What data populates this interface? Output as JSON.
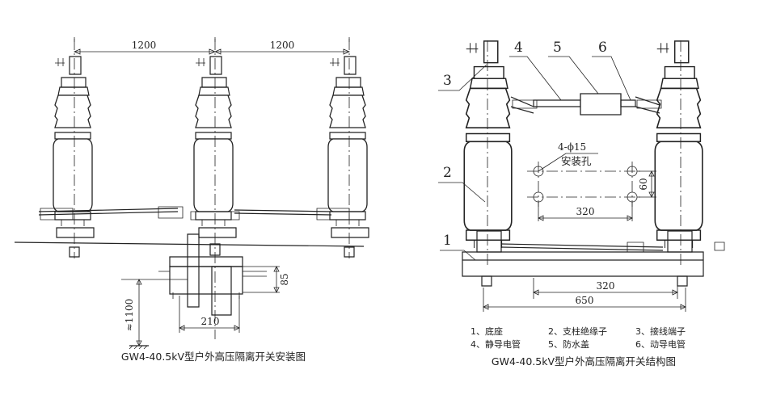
{
  "left": {
    "caption": "GW4-40.5kV型户外高压隔离开关安装图",
    "dims": {
      "span_a": "1200",
      "span_b": "1200",
      "height_85": "85",
      "height_1100": "≈1100",
      "width_210": "210"
    }
  },
  "right": {
    "caption": "GW4-40.5kV型户外高压隔离开关结构图",
    "callouts": [
      "1",
      "2",
      "3",
      "4",
      "5",
      "6"
    ],
    "hole_label_1": "4-ϕ15",
    "hole_label_2": "安装孔",
    "dims": {
      "hole_w": "320",
      "hole_h": "60",
      "base_320": "320",
      "base_650": "650"
    },
    "legend": [
      [
        "1、底座",
        "2、支柱绝缘子",
        "3、接线端子"
      ],
      [
        "4、静导电管",
        "5、防水盖",
        "6、动导电管"
      ]
    ]
  }
}
